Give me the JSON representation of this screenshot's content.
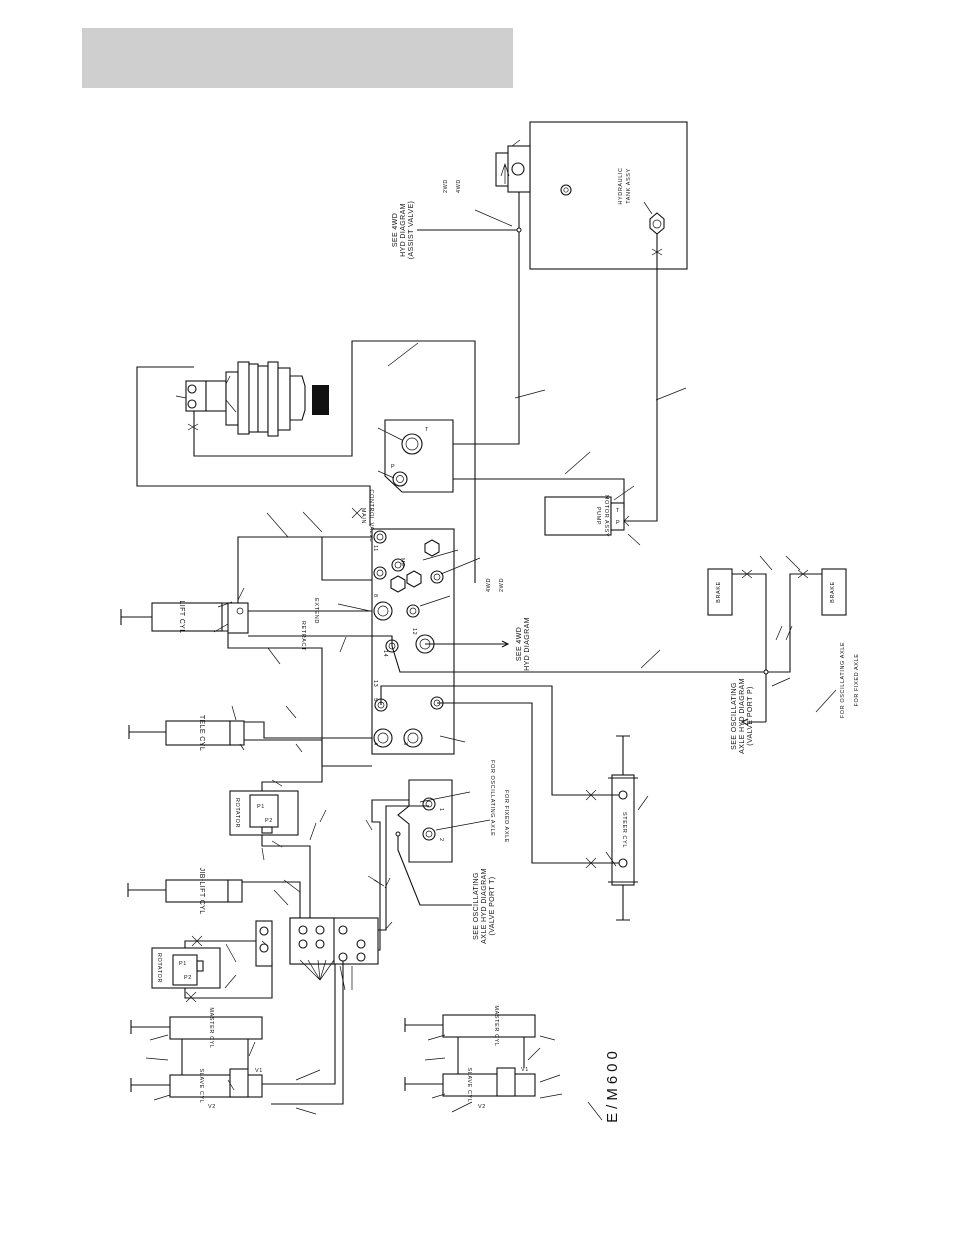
{
  "header": {
    "title": ""
  },
  "tank": {
    "label_line1": "HYDRAULIC",
    "label_line2": "TANK ASSY",
    "tag_2wd": "2WD",
    "tag_4wd": "4WD"
  },
  "assist_note": {
    "line1": "SEE 4WD",
    "line2": "HYD DIAGRAM",
    "line3": "(ASSIST VALVE)"
  },
  "main_valve": {
    "label_line1": "MAIN",
    "label_line2": "CONTROL VALVE",
    "port_t": "T",
    "port_p": "P",
    "port_11": "11",
    "port_mp": "MP",
    "port_8": "8",
    "port_12": "12",
    "port_14": "14",
    "port_13": "13",
    "port_5": "5",
    "port_4": "4",
    "port_3": "3",
    "port_1": "1",
    "port_2": "2",
    "tag_4wd": "4WD",
    "tag_2wd": "2WD"
  },
  "pump": {
    "label_line1": "PUMP",
    "label_line2": "MOTOR ASSY",
    "port_t": "T",
    "port_p": "P"
  },
  "lift_cyl": {
    "label": "LIFT CYL",
    "extend": "EXTEND",
    "retract": "RETRACT"
  },
  "tele_cyl": {
    "label": "TELE CYL"
  },
  "jib_cyl": {
    "label": "JIB-LIFT CYL"
  },
  "rotator_top": {
    "label": "ROTATOR",
    "p1": "P1",
    "p2": "P2"
  },
  "rotator_bottom": {
    "label": "ROTATOR",
    "p1": "P1",
    "p2": "P2"
  },
  "master_cyl_left": {
    "label": "MASTER CYL"
  },
  "slave_cyl_left": {
    "label": "SLAVE CYL",
    "v1": "V1",
    "v2": "V2"
  },
  "master_cyl_right": {
    "label": "MASTER CYL"
  },
  "slave_cyl_right": {
    "label": "SLAVE CYL",
    "v1": "V1",
    "v2": "V2"
  },
  "steer_cyl": {
    "label": "STEER CYL"
  },
  "brake_left": {
    "label": "BRAKE"
  },
  "brake_right": {
    "label": "BRAKE"
  },
  "axle_valve_notes": {
    "oscillating": "FOR OSCILLATING AXLE",
    "fixed": "FOR FIXED AXLE"
  },
  "axle_valve_ref": {
    "line1": "SEE OSCILLATING",
    "line2": "AXLE HYD DIAGRAM",
    "line3": "(VALVE PORT T)"
  },
  "brake_notes": {
    "oscillating": "FOR OSCILLATING AXLE",
    "fixed": "FOR FIXED AXLE"
  },
  "brake_ref": {
    "line1": "SEE OSCILLATING",
    "line2": "AXLE HYD DIAGRAM",
    "line3": "(VALVE PORT P)"
  },
  "four_wd_ref": {
    "line1": "SEE 4WD",
    "line2": "HYD DIAGRAM"
  },
  "model_label": "E/M600"
}
